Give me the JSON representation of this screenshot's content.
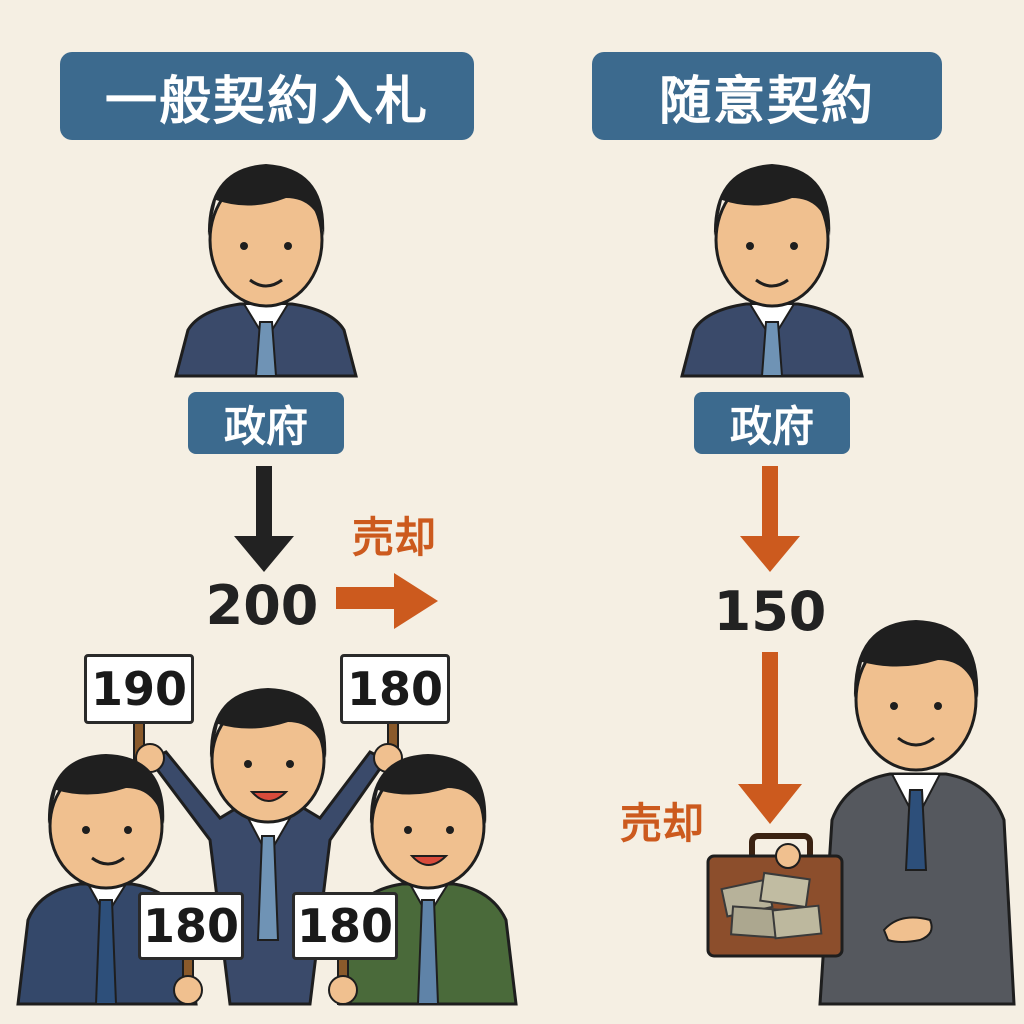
{
  "left": {
    "title": "一般契約入札",
    "gov_label": "政府",
    "price": "200",
    "sell_label": "売却",
    "bids": [
      "190",
      "180",
      "180",
      "180"
    ]
  },
  "right": {
    "title": "随意契約",
    "gov_label": "政府",
    "price": "150",
    "sell_label": "売却"
  },
  "colors": {
    "background": "#f5efe3",
    "label_blue": "#3c6a8e",
    "arrow_orange": "#cc5a1e",
    "arrow_black": "#222222"
  }
}
